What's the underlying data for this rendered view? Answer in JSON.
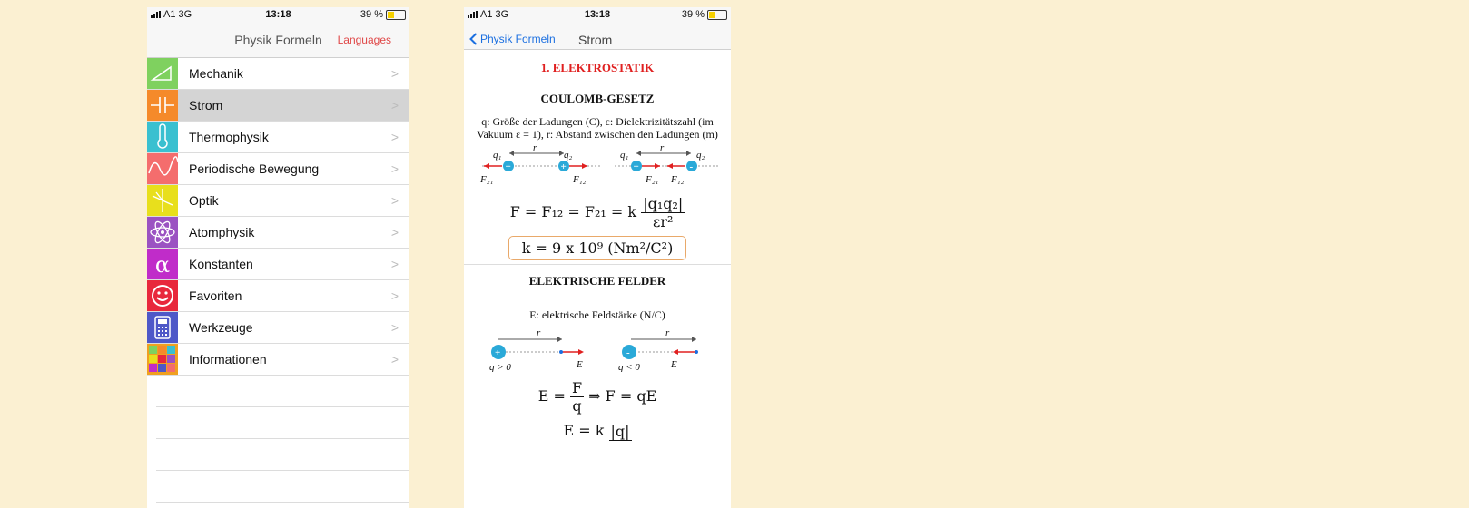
{
  "status_bar": {
    "carrier": "A1",
    "network": "3G",
    "time": "13:18",
    "battery": "39 %",
    "battery_level": 0.39
  },
  "list_screen": {
    "title": "Physik Formeln",
    "languages_label": "Languages",
    "chevron": ">",
    "items": [
      {
        "label": "Mechanik",
        "icon": "ramp-icon",
        "color": "#7fd15f",
        "selected": false
      },
      {
        "label": "Strom",
        "icon": "capacitor-icon",
        "color": "#f58a2a",
        "selected": true
      },
      {
        "label": "Thermophysik",
        "icon": "thermometer-icon",
        "color": "#39c0d0",
        "selected": false
      },
      {
        "label": "Periodische Bewegung",
        "icon": "wave-icon",
        "color": "#f46d6d",
        "selected": false
      },
      {
        "label": "Optik",
        "icon": "lens-icon",
        "color": "#e8df1c",
        "selected": false
      },
      {
        "label": "Atomphysik",
        "icon": "atom-icon",
        "color": "#9b52c2",
        "selected": false
      },
      {
        "label": "Konstanten",
        "icon": "alpha-icon",
        "color": "#c02cc9",
        "selected": false
      },
      {
        "label": "Favoriten",
        "icon": "smiley-icon",
        "color": "#e8283c",
        "selected": false
      },
      {
        "label": "Werkzeuge",
        "icon": "calculator-icon",
        "color": "#4e58c8",
        "selected": false
      },
      {
        "label": "Informationen",
        "icon": "grid-icon",
        "color": "#ffa020",
        "selected": false
      }
    ]
  },
  "detail_screen": {
    "back_label": "Physik Formeln",
    "title": "Strom",
    "section_title": "1. ELEKTROSTATIK",
    "coulomb": {
      "heading": "COULOMB-GESETZ",
      "description": "q: Größe der Ladungen (C), ε: Dielektrizitätszahl (im Vakuum ε = 1), r: Abstand zwischen den Ladungen (m)",
      "diagram_labels": {
        "q1": "q₁",
        "q2": "q₂",
        "r": "r",
        "f21": "F₂₁",
        "f12": "F₁₂",
        "plus": "+",
        "minus": "-"
      },
      "formula_left": "F = F₁₂ = F₂₁ = k",
      "formula_num": "|q₁q₂|",
      "formula_den": "εr²",
      "constant": "k = 9 x 10⁹ (Nm²/C²)"
    },
    "fields": {
      "heading": "ELEKTRISCHE FELDER",
      "description": "E: elektrische Feldstärke (N/C)",
      "diagram_labels": {
        "r": "r",
        "qpos": "q > 0",
        "qneg": "q < 0",
        "e": "E",
        "plus": "+",
        "minus": "-"
      },
      "formula1_left": "E =",
      "formula1_num": "F",
      "formula1_den": "q",
      "formula1_right": "⇒ F = qE",
      "formula2_left": "E = k",
      "formula2_num": "|q|"
    }
  }
}
